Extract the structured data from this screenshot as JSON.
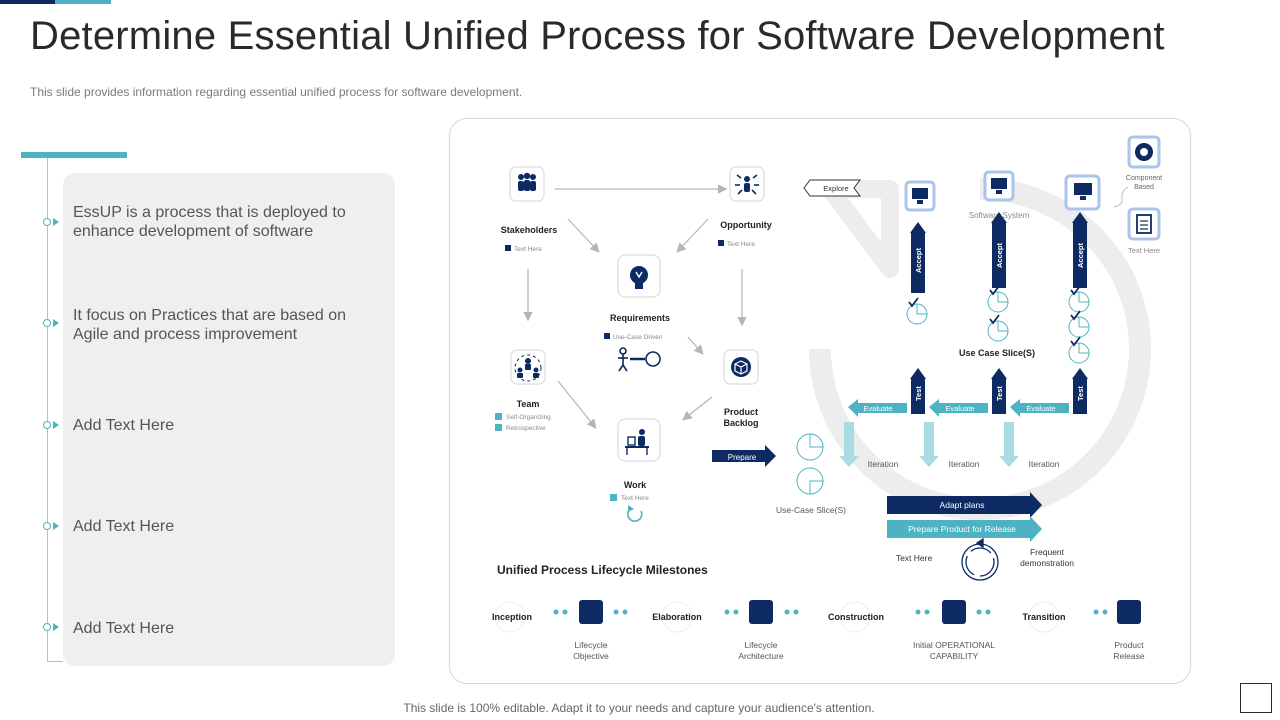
{
  "header": {
    "title": "Determine Essential Unified Process for Software Development",
    "subtitle": "This slide provides information regarding essential unified process for software development."
  },
  "points": [
    "EssUP is a process that is deployed to enhance development of software",
    "It focus on Practices that are based on Agile and process improvement",
    "Add Text Here",
    "Add Text Here",
    "Add Text Here"
  ],
  "diagram": {
    "stakeholders": {
      "label": "Stakeholders",
      "note": "Text Here"
    },
    "opportunity": {
      "label": "Opportunity",
      "note": "Text Here"
    },
    "requirements": {
      "label": "Requirements",
      "note": "Use-Case Driven"
    },
    "team": {
      "label": "Team",
      "note1": "Self-Organizing",
      "note2": "Retrospective"
    },
    "product_backlog": {
      "line1": "Product",
      "line2": "Backlog"
    },
    "work": {
      "label": "Work",
      "note": "Text Here"
    },
    "prepare": "Prepare",
    "use_case_slices": "Use-Case Slice(S)",
    "explore": "Explore",
    "software_system": "Software System",
    "component_based": {
      "line1": "Component",
      "line2": "Based"
    },
    "text_here_right": "Text Here",
    "use_case_slice_right": "Use Case Slice(S)",
    "accept": "Accept",
    "test": "Test",
    "evaluate": "Evaluate",
    "iteration": "Iteration",
    "adapt_plans": "Adapt plans",
    "prepare_release": "Prepare Product for Release",
    "text_here_demo": "Text Here",
    "frequent_demo": {
      "line1": "Frequent",
      "line2": "demonstration"
    },
    "milestones_title": "Unified Process Lifecycle Milestones",
    "phases": [
      "Inception",
      "Elaboration",
      "Construction",
      "Transition"
    ],
    "milestones": [
      {
        "line1": "Lifecycle",
        "line2": "Objective"
      },
      {
        "line1": "Lifecycle",
        "line2": "Architecture"
      },
      {
        "line1": "Initial OPERATIONAL",
        "line2": "CAPABILITY"
      },
      {
        "line1": "Product",
        "line2": "Release"
      }
    ]
  },
  "footer": "This slide is 100% editable. Adapt it to your needs and capture your audience's attention.",
  "colors": {
    "navy": "#0d2a63",
    "teal": "#4db3c2",
    "panel": "#efefef"
  }
}
